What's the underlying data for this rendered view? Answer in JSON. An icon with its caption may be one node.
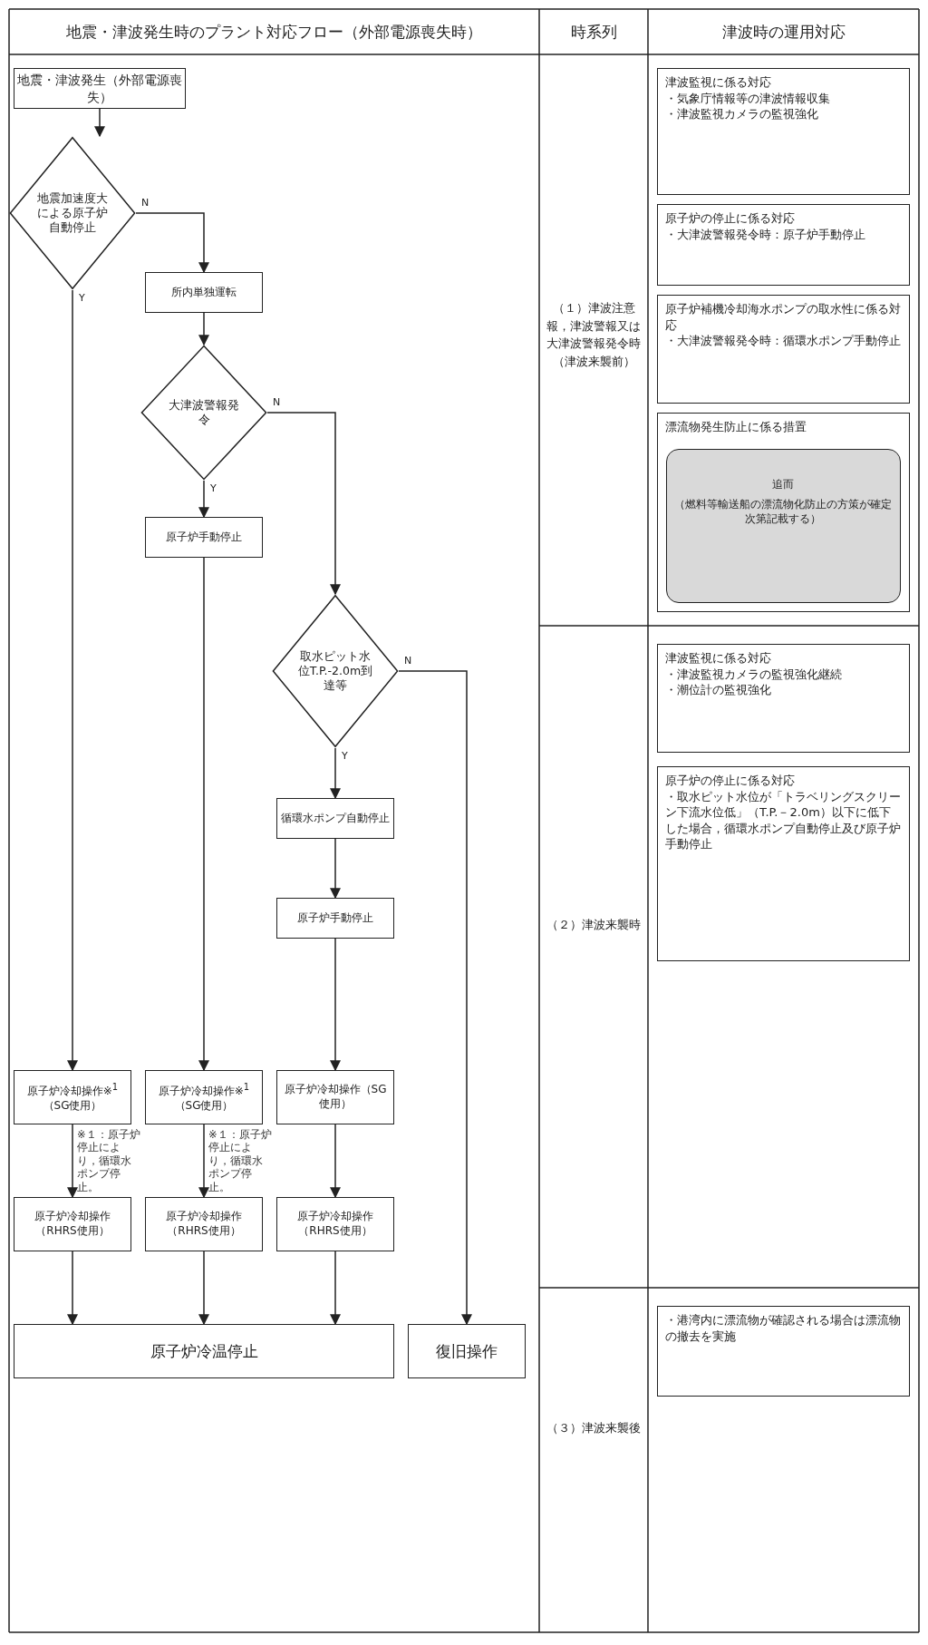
{
  "diagram": {
    "title": "地震・津波発生時のプラント対応フロー（外部電源喪失時）",
    "nodes": [
      {
        "text": [
          "地震・津波発生（外部電源喪失）"
        ]
      },
      {
        "text": [
          "地震加速度大による原子炉自動停止"
        ]
      },
      {
        "text": [
          "所内単独運転"
        ]
      },
      {
        "text": [
          "大津波警報発令"
        ]
      },
      {
        "text": [
          "原子炉手動停止"
        ]
      },
      {
        "text": [
          "取水ピット水位T.P.-2.0m到達等"
        ]
      },
      {
        "text": [
          "循環水ポンプ自動停止"
        ]
      },
      {
        "text": [
          "原子炉手動停止"
        ]
      },
      {
        "text": [
          "原子炉冷却操作※$^{1}$（SG使用）"
        ],
        "beside": [
          "※１：原子炉停止により，循環水ポンプ停止。"
        ]
      },
      {
        "text": [
          "原子炉冷却操作（RHRS使用）"
        ]
      },
      {
        "text": [
          "原子炉冷却操作※$^{1}$（SG使用）"
        ],
        "beside": [
          "※１：原子炉停止により，循環水ポンプ停止。"
        ]
      },
      {
        "text": [
          "原子炉冷却操作（RHRS使用）"
        ]
      },
      {
        "text": [
          "原子炉冷却操作（SG使用）"
        ]
      },
      {
        "text": [
          "原子炉冷却操作（RHRS使用）"
        ]
      },
      {
        "text": [
          "原子炉冷温停止"
        ]
      },
      {
        "text": [
          "復旧操作"
        ]
      },
      {
        "text": [
          "津波監視に係る対応",
          "・気象庁情報等の津波情報収集",
          "・津波監視カメラの監視強化"
        ]
      },
      {
        "text": [
          "原子炉の停止に係る対応",
          "・大津波警報発令時：原子炉手動停止"
        ]
      },
      {
        "text": [
          "原子炉補機冷却海水ポンプの取水性に係る対応",
          "・大津波警報発令時：循環水ポンプ手動停止"
        ]
      },
      {
        "text": [
          "漂流物発生防止に係る措置"
        ]
      },
      {
        "text": [
          "追而",
          "（燃料等輸送船の漂流物化防止の方策が確定次第記載する）"
        ],
        "in": 19
      },
      {
        "text": [
          "津波監視に係る対応",
          "・津波監視カメラの監視強化継続",
          "・潮位計の監視強化"
        ]
      },
      {
        "text": [
          "原子炉の停止に係る対応",
          "・取水ピット水位が「トラベリングスクリーン下流水位低」（T.P.－2.0m）以下に低下した場合，循環水ポンプ自動停止及び原子炉手動停止"
        ]
      },
      {
        "text": [
          "・港湾内に漂流物が確認される場合は漂流物の撤去を実施"
        ]
      }
    ],
    "edges": [
      {
        "from": 0,
        "to": 1,
        "arrow": "to"
      },
      {
        "from": 1,
        "to": 8,
        "arrow": "to",
        "label": "Y"
      },
      {
        "from": 1,
        "to": 2,
        "arrow": "to",
        "label": "N"
      },
      {
        "from": 2,
        "to": 3,
        "arrow": "to"
      },
      {
        "from": 3,
        "to": 4,
        "arrow": "to",
        "label": "Y"
      },
      {
        "from": 3,
        "to": 5,
        "arrow": "to",
        "label": "N"
      },
      {
        "from": 5,
        "to": 6,
        "arrow": "to",
        "label": "Y"
      },
      {
        "from": 5,
        "to": 15,
        "arrow": "to",
        "label": "N"
      },
      {
        "from": 6,
        "to": 7,
        "arrow": "to"
      },
      {
        "from": 7,
        "to": 12,
        "arrow": "to"
      },
      {
        "from": 12,
        "to": 13,
        "arrow": "to"
      },
      {
        "from": 13,
        "to": 14,
        "arrow": "to"
      },
      {
        "from": 4,
        "to": 10,
        "arrow": "to"
      },
      {
        "from": 10,
        "to": 11,
        "arrow": "to"
      },
      {
        "from": 11,
        "to": 14,
        "arrow": "to"
      },
      {
        "from": 8,
        "to": 9,
        "arrow": "to"
      },
      {
        "from": 9,
        "to": 14,
        "arrow": "to"
      }
    ],
    "labels": [
      "時系列",
      "津波時の運用対応",
      "（１）津波注意報，津波警報又は大津波警報発令時（津波来襲前）",
      "（２）津波来襲時",
      "（３）津波来襲後"
    ]
  }
}
